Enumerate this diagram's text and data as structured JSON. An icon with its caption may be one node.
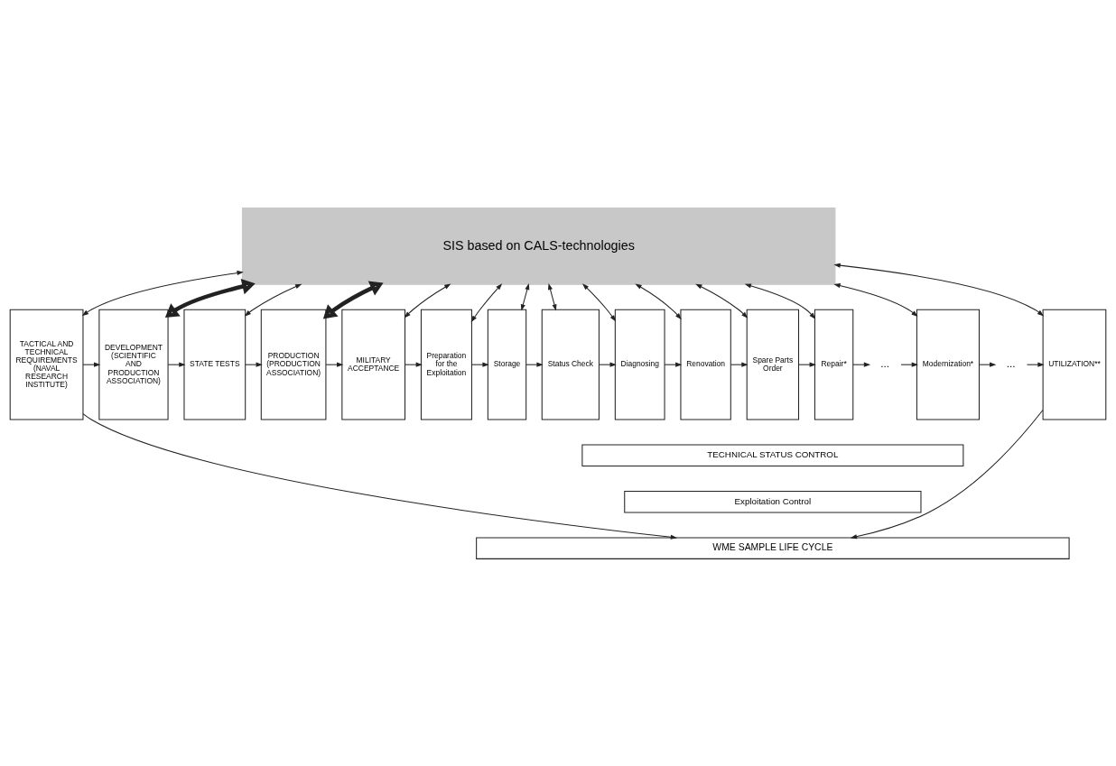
{
  "diagram": {
    "nodes": [
      {
        "text": [
          "SIS based on CALS-technologies"
        ]
      },
      {
        "text": [
          "TACTICAL AND TECHNICAL REQUIREMENTS (NAVAL RESEARCH INSTITUTE)"
        ]
      },
      {
        "text": [
          "DEVELOPMENT (SCIENTIFIC AND PRODUCTION ASSOCIATION)"
        ]
      },
      {
        "text": [
          "STATE TESTS"
        ]
      },
      {
        "text": [
          "PRODUCTION (PRODUCTION ASSOCIATION)"
        ]
      },
      {
        "text": [
          "MILITARY ACCEPTANCE"
        ]
      },
      {
        "text": [
          "Preparation for the Exploitation"
        ]
      },
      {
        "text": [
          "Storage"
        ]
      },
      {
        "text": [
          "Status Check"
        ]
      },
      {
        "text": [
          "Diagnosing"
        ]
      },
      {
        "text": [
          "Renovation"
        ]
      },
      {
        "text": [
          "Spare Parts Order"
        ]
      },
      {
        "text": [
          "Repair*"
        ]
      },
      {
        "text": [
          "..."
        ]
      },
      {
        "text": [
          "Modernization*"
        ]
      },
      {
        "text": [
          "..."
        ]
      },
      {
        "text": [
          "UTILIZATION**"
        ]
      },
      {
        "text": [
          "TECHNICAL STATUS CONTROL"
        ]
      },
      {
        "text": [
          "Exploitation Control"
        ]
      },
      {
        "text": [
          "WME SAMPLE LIFE CYCLE"
        ]
      }
    ],
    "edges": [
      {
        "from": 0,
        "to": 1,
        "arrow": "both"
      },
      {
        "from": 0,
        "to": 2,
        "arrow": "both",
        "style": "thick"
      },
      {
        "from": 0,
        "to": 3,
        "arrow": "both"
      },
      {
        "from": 0,
        "to": 4,
        "arrow": "both",
        "style": "thick"
      },
      {
        "from": 0,
        "to": 5,
        "arrow": "both"
      },
      {
        "from": 0,
        "to": 6,
        "arrow": "both"
      },
      {
        "from": 0,
        "to": 7,
        "arrow": "both"
      },
      {
        "from": 0,
        "to": 8,
        "arrow": "both"
      },
      {
        "from": 0,
        "to": 9,
        "arrow": "both"
      },
      {
        "from": 0,
        "to": 10,
        "arrow": "both"
      },
      {
        "from": 0,
        "to": 11,
        "arrow": "both"
      },
      {
        "from": 0,
        "to": 12,
        "arrow": "both"
      },
      {
        "from": 0,
        "to": 14,
        "arrow": "both"
      },
      {
        "from": 0,
        "to": 16,
        "arrow": "both"
      },
      {
        "from": 1,
        "to": 2,
        "arrow": "to"
      },
      {
        "from": 2,
        "to": 3,
        "arrow": "to"
      },
      {
        "from": 3,
        "to": 4,
        "arrow": "to"
      },
      {
        "from": 4,
        "to": 5,
        "arrow": "to"
      },
      {
        "from": 5,
        "to": 6,
        "arrow": "to"
      },
      {
        "from": 6,
        "to": 7,
        "arrow": "to"
      },
      {
        "from": 7,
        "to": 8,
        "arrow": "to"
      },
      {
        "from": 8,
        "to": 9,
        "arrow": "to"
      },
      {
        "from": 9,
        "to": 10,
        "arrow": "to"
      },
      {
        "from": 10,
        "to": 11,
        "arrow": "to"
      },
      {
        "from": 11,
        "to": 12,
        "arrow": "to"
      },
      {
        "from": 12,
        "to": 13,
        "arrow": "to"
      },
      {
        "from": 13,
        "to": 14,
        "arrow": "to"
      },
      {
        "from": 14,
        "to": 15,
        "arrow": "to"
      },
      {
        "from": 15,
        "to": 16,
        "arrow": "to"
      },
      {
        "from": 1,
        "to": 19,
        "arrow": "to"
      },
      {
        "from": 16,
        "to": 19,
        "arrow": "to"
      }
    ]
  }
}
